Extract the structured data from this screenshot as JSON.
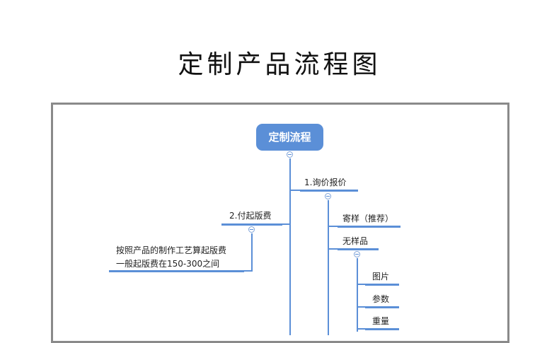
{
  "title": "定制产品流程图",
  "root": {
    "label": "定制流程"
  },
  "branches": {
    "inquiry": {
      "label": "1.询价报价",
      "children": {
        "sample": {
          "label": "寄样（推荐）"
        },
        "no_sample": {
          "label": "无样品",
          "children": [
            {
              "label": "图片"
            },
            {
              "label": "参数"
            },
            {
              "label": "重量"
            }
          ]
        }
      }
    },
    "setup_fee": {
      "label": "2.付起版费",
      "note_lines": [
        "按照产品的制作工艺算起版费",
        "一般起版费在150-300之间"
      ]
    }
  },
  "colors": {
    "accent": "#5b8fd7",
    "frame": "#8a8a8a"
  }
}
